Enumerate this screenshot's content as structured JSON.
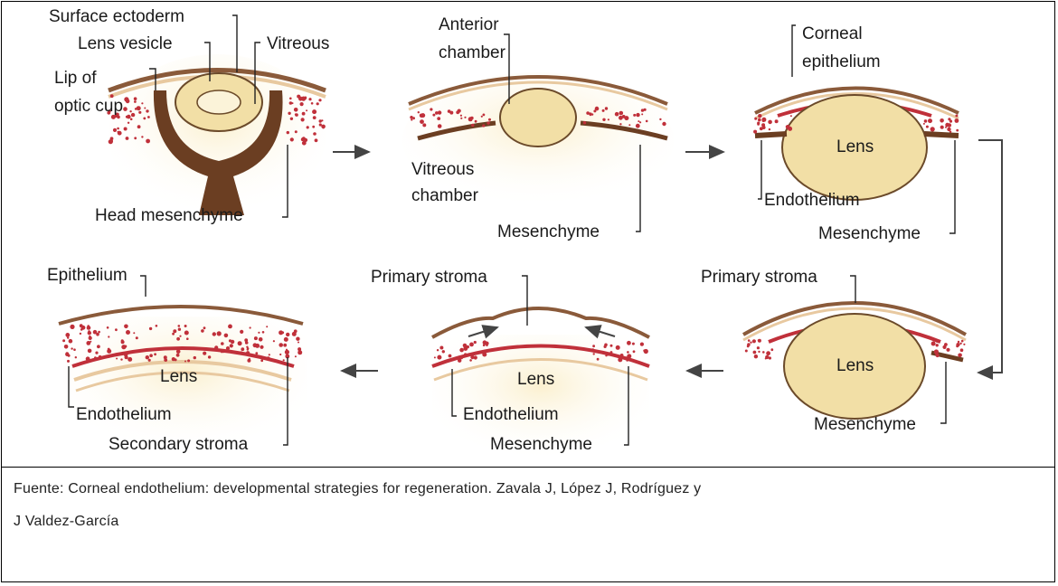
{
  "labels": {
    "surface_ectoderm": "Surface ectoderm",
    "lens_vesicle": "Lens vesicle",
    "vitreous": "Vitreous",
    "lip_of_optic_cup_1": "Lip of",
    "lip_of_optic_cup_2": "optic cup",
    "head_mesenchyme": "Head mesenchyme",
    "anterior_chamber_1": "Anterior",
    "anterior_chamber_2": "chamber",
    "vitreous_chamber_1": "Vitreous",
    "vitreous_chamber_2": "chamber",
    "mesenchyme_2": "Mesenchyme",
    "corneal_epithelium_1": "Corneal",
    "corneal_epithelium_2": "epithelium",
    "lens_3": "Lens",
    "endothelium_3": "Endothelium",
    "mesenchyme_3": "Mesenchyme",
    "primary_stroma_4": "Primary stroma",
    "lens_4": "Lens",
    "mesenchyme_4": "Mesenchyme",
    "primary_stroma_5": "Primary stroma",
    "lens_5": "Lens",
    "endothelium_5": "Endothelium",
    "mesenchyme_5": "Mesenchyme",
    "epithelium_6": "Epithelium",
    "lens_6": "Lens",
    "endothelium_6": "Endothelium",
    "secondary_stroma_6": "Secondary stroma"
  },
  "caption": {
    "line1": "Fuente: Corneal endothelium: developmental strategies for regeneration. Zavala J, López J, Rodríguez y",
    "line2": "J Valdez-García"
  },
  "colors": {
    "ectoderm": "#8a5a3a",
    "lens_fill": "#f2dfa6",
    "lens_stroke": "#6b4a2a",
    "mesenchyme_dots": "#c0303a",
    "optic_cup": "#6b3e22",
    "glow": "#fbf0cf"
  }
}
